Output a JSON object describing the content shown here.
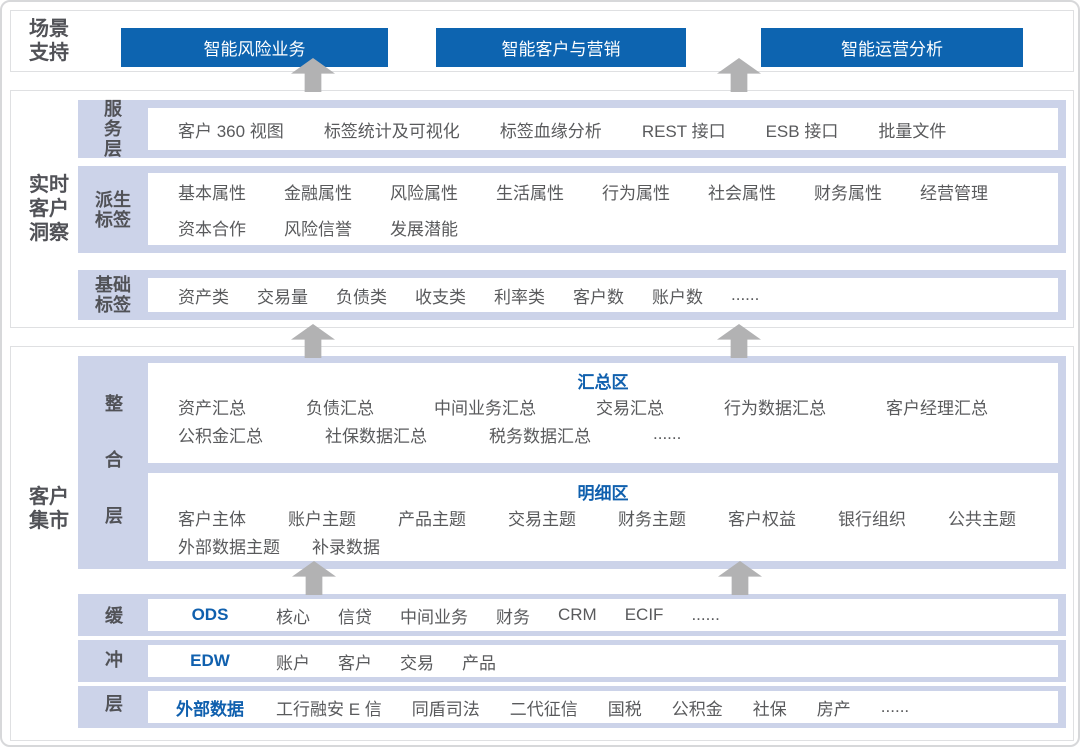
{
  "colors": {
    "accent_blue": "#0d64b0",
    "link_blue": "#1060ae",
    "band_periwinkle": "#ccd3e9",
    "arrow_gray": "#b2b2b3",
    "item_text_gray": "#595a5c",
    "label_gray": "#515257"
  },
  "scenario": {
    "label": "场景支持",
    "buttons": [
      {
        "label": "智能风险业务"
      },
      {
        "label": "智能客户与营销"
      },
      {
        "label": "智能运营分析"
      }
    ]
  },
  "insight": {
    "label": "实时客户洞察",
    "service": {
      "layer": "服务层",
      "items": [
        "客户 360 视图",
        "标签统计及可视化",
        "标签血缘分析",
        "REST 接口",
        "ESB 接口",
        "批量文件"
      ]
    },
    "derived": {
      "layer": "派生标签",
      "line1": [
        "基本属性",
        "金融属性",
        "风险属性",
        "生活属性",
        "行为属性",
        "社会属性",
        "财务属性",
        "经营管理"
      ],
      "line2": [
        "资本合作",
        "风险信誉",
        "发展潜能"
      ]
    },
    "basic": {
      "layer": "基础标签",
      "items": [
        "资产类",
        "交易量",
        "负债类",
        "收支类",
        "利率类",
        "客户数",
        "账户数",
        "......"
      ]
    }
  },
  "mart": {
    "label": "客户集市",
    "integration": {
      "layer": "整合层",
      "summary": {
        "title": "汇总区",
        "line1": [
          "资产汇总",
          "负债汇总",
          "中间业务汇总",
          "交易汇总",
          "行为数据汇总",
          "客户经理汇总"
        ],
        "line2": [
          "公积金汇总",
          "社保数据汇总",
          "税务数据汇总",
          "......"
        ]
      },
      "detail": {
        "title": "明细区",
        "line1": [
          "客户主体",
          "账户主题",
          "产品主题",
          "交易主题",
          "财务主题",
          "客户权益",
          "银行组织",
          "公共主题"
        ],
        "line2": [
          "外部数据主题",
          "补录数据"
        ]
      }
    },
    "buffer": {
      "layer": "缓冲层",
      "ods": {
        "title": "ODS",
        "items": [
          "核心",
          "信贷",
          "中间业务",
          "财务",
          "CRM",
          "ECIF",
          "......"
        ]
      },
      "edw": {
        "title": "EDW",
        "items": [
          "账户",
          "客户",
          "交易",
          "产品"
        ]
      },
      "external": {
        "title": "外部数据",
        "items": [
          "工行融安 E 信",
          "同盾司法",
          "二代征信",
          "国税",
          "公积金",
          "社保",
          "房产",
          "......"
        ]
      }
    }
  }
}
